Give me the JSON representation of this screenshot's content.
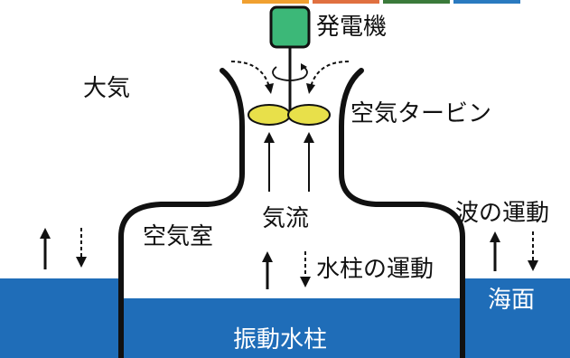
{
  "labels": {
    "generator": "発電機",
    "atmosphere": "大気",
    "air_turbine": "空気タービン",
    "airflow": "気流",
    "wave_motion": "波の運動",
    "air_chamber": "空気室",
    "water_column_motion": "水柱の運動",
    "sea_surface": "海面",
    "oscillating_water_column": "振動水柱"
  },
  "colors": {
    "sea": "#1f6db8",
    "generator": "#3cb878",
    "turbine": "#e8e04a",
    "outline": "#111111",
    "top_strip": [
      "#f0a030",
      "#e07040",
      "#3a7a3a",
      "#2a7ac0"
    ]
  }
}
